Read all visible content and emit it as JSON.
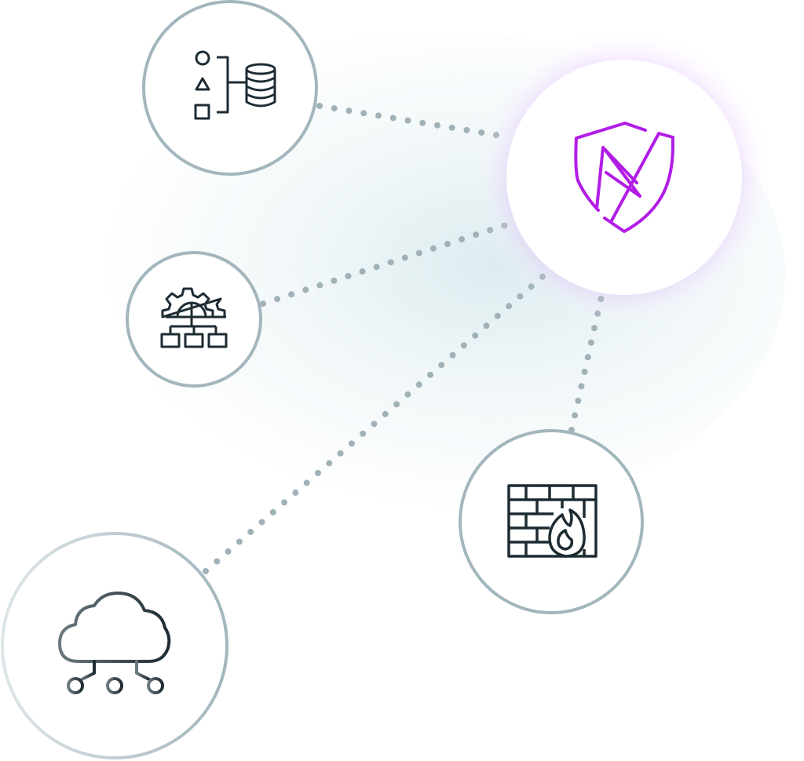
{
  "colors": {
    "background": "#ffffff",
    "node_border": "#a3b6bd",
    "connector": "#a0b2b8",
    "icon_stroke": "#1d2b33",
    "accent": "#b21de6",
    "accent_glow": "#c77dff"
  },
  "nodes": [
    {
      "id": "hub",
      "icon": "shield-x-icon",
      "role": "hub"
    },
    {
      "id": "data-flow",
      "icon": "shapes-database-icon",
      "role": "satellite"
    },
    {
      "id": "network-config",
      "icon": "gear-network-icon",
      "role": "satellite"
    },
    {
      "id": "cloud",
      "icon": "cloud-network-icon",
      "role": "satellite"
    },
    {
      "id": "firewall",
      "icon": "firewall-flame-icon",
      "role": "satellite"
    }
  ],
  "connections": [
    {
      "from": "data-flow",
      "to": "hub",
      "style": "dotted"
    },
    {
      "from": "network-config",
      "to": "hub",
      "style": "dotted"
    },
    {
      "from": "cloud",
      "to": "hub",
      "style": "dotted"
    },
    {
      "from": "firewall",
      "to": "hub",
      "style": "dotted"
    }
  ]
}
